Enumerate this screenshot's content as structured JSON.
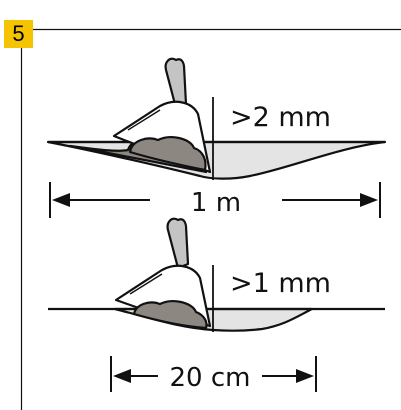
{
  "step": {
    "number": "5",
    "badge_color": "#f5c400"
  },
  "panels": [
    {
      "depth_label": ">2 mm",
      "width_label": "1 m"
    },
    {
      "depth_label": ">1 mm",
      "width_label": "20 cm"
    }
  ],
  "icons": {
    "tool": "scoop-icon",
    "arrow_left": "arrow-left-icon",
    "arrow_right": "arrow-right-icon"
  },
  "colors": {
    "frame_line": "#111111",
    "filler": "#8c8780",
    "groove": "#e4e4e4",
    "scoop": "#c4c4c4"
  }
}
